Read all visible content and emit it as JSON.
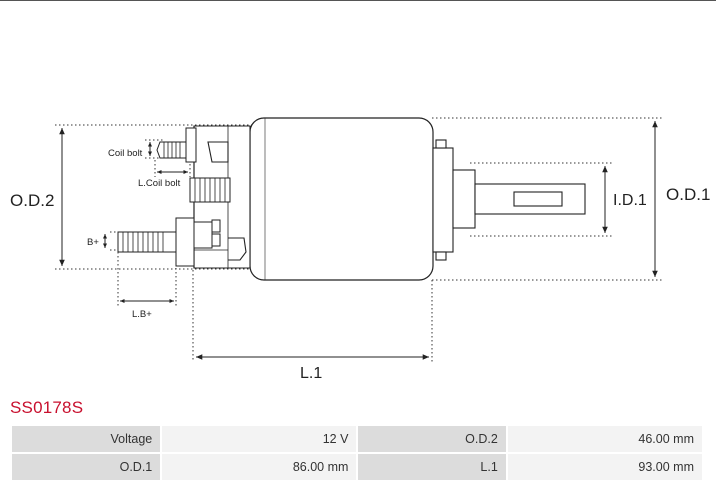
{
  "diagram": {
    "labels": {
      "od2": "O.D.2",
      "od1": "O.D.1",
      "id1": "I.D.1",
      "l1": "L.1",
      "coil_bolt": "Coil bolt",
      "l_coil_bolt": "L.Coil bolt",
      "b_plus": "B+",
      "l_b_plus": "L.B+"
    }
  },
  "product": {
    "code": "SS0178S"
  },
  "specs": [
    [
      {
        "label": "Voltage",
        "value": "12 V"
      },
      {
        "label": "O.D.2",
        "value": "46.00 mm"
      }
    ],
    [
      {
        "label": "O.D.1",
        "value": "86.00 mm"
      },
      {
        "label": "L.1",
        "value": "93.00 mm"
      }
    ]
  ],
  "colors": {
    "accent": "#c8102e",
    "label_cell": "#dcdcdc",
    "value_cell": "#f3f3f3",
    "line": "#222222"
  }
}
